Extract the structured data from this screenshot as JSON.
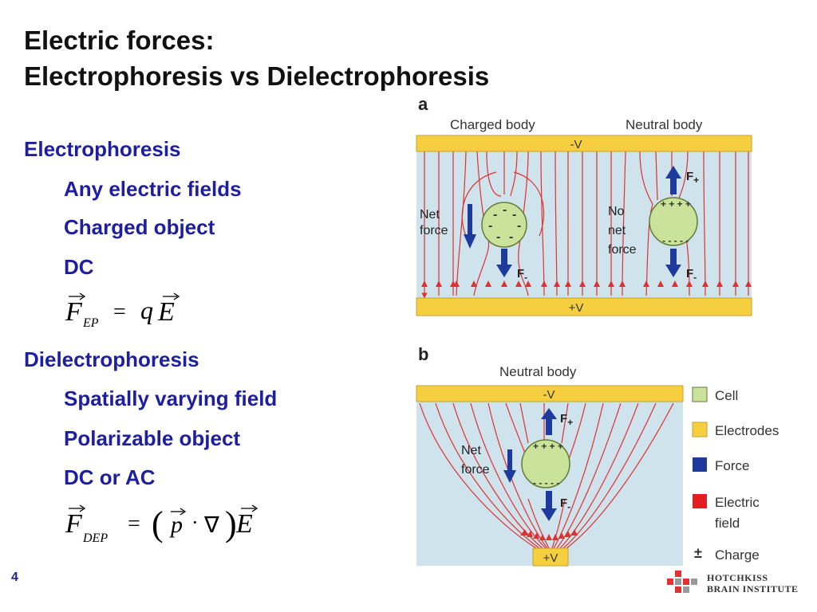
{
  "title": {
    "line1": "Electric forces:",
    "line2": "Electrophoresis vs Dielectrophoresis"
  },
  "sections": [
    {
      "heading": "Electrophoresis",
      "items": [
        "Any electric fields",
        "Charged object",
        "DC"
      ]
    },
    {
      "heading": "Dielectrophoresis",
      "items": [
        "Spatially varying field",
        "Polarizable object",
        "DC or AC"
      ]
    }
  ],
  "figure": {
    "panel_a": {
      "label": "a",
      "charged_body": "Charged body",
      "neutral_body": "Neutral body",
      "top_electrode": "-V",
      "bottom_electrode": "+V",
      "net_force_line1": "Net",
      "net_force_line2": "force",
      "no_line1": "No",
      "no_line2": "net",
      "no_line3": "force",
      "f_plus": "F",
      "f_plus_sub": "+",
      "f_minus": "F",
      "f_minus_sub": "-"
    },
    "panel_b": {
      "label": "b",
      "neutral_body": "Neutral body",
      "top_electrode": "-V",
      "bottom_electrode": "+V",
      "net_force_line1": "Net",
      "net_force_line2": "force",
      "f_plus": "F",
      "f_plus_sub": "+",
      "f_minus": "F",
      "f_minus_sub": "-"
    },
    "legend": [
      {
        "label": "Cell",
        "color": "#c9e39a"
      },
      {
        "label": "Electrodes",
        "color": "#f5cf40"
      },
      {
        "label": "Force",
        "color": "#1e3a9c"
      },
      {
        "label": "Electric",
        "label2": "field",
        "color": "#e02020"
      },
      {
        "label": "Charge",
        "symbol": "±"
      }
    ]
  },
  "slide_number": "4",
  "logo": {
    "line1": "HOTCHKISS",
    "line2": "BRAIN INSTITUTE"
  },
  "colors": {
    "bullet": "#1e1ea0",
    "field_bg": "#cfe3ec",
    "field_line": "#e03030",
    "cell": "#c9e39a",
    "electrode": "#f5cf40",
    "force": "#1e3a9c"
  }
}
